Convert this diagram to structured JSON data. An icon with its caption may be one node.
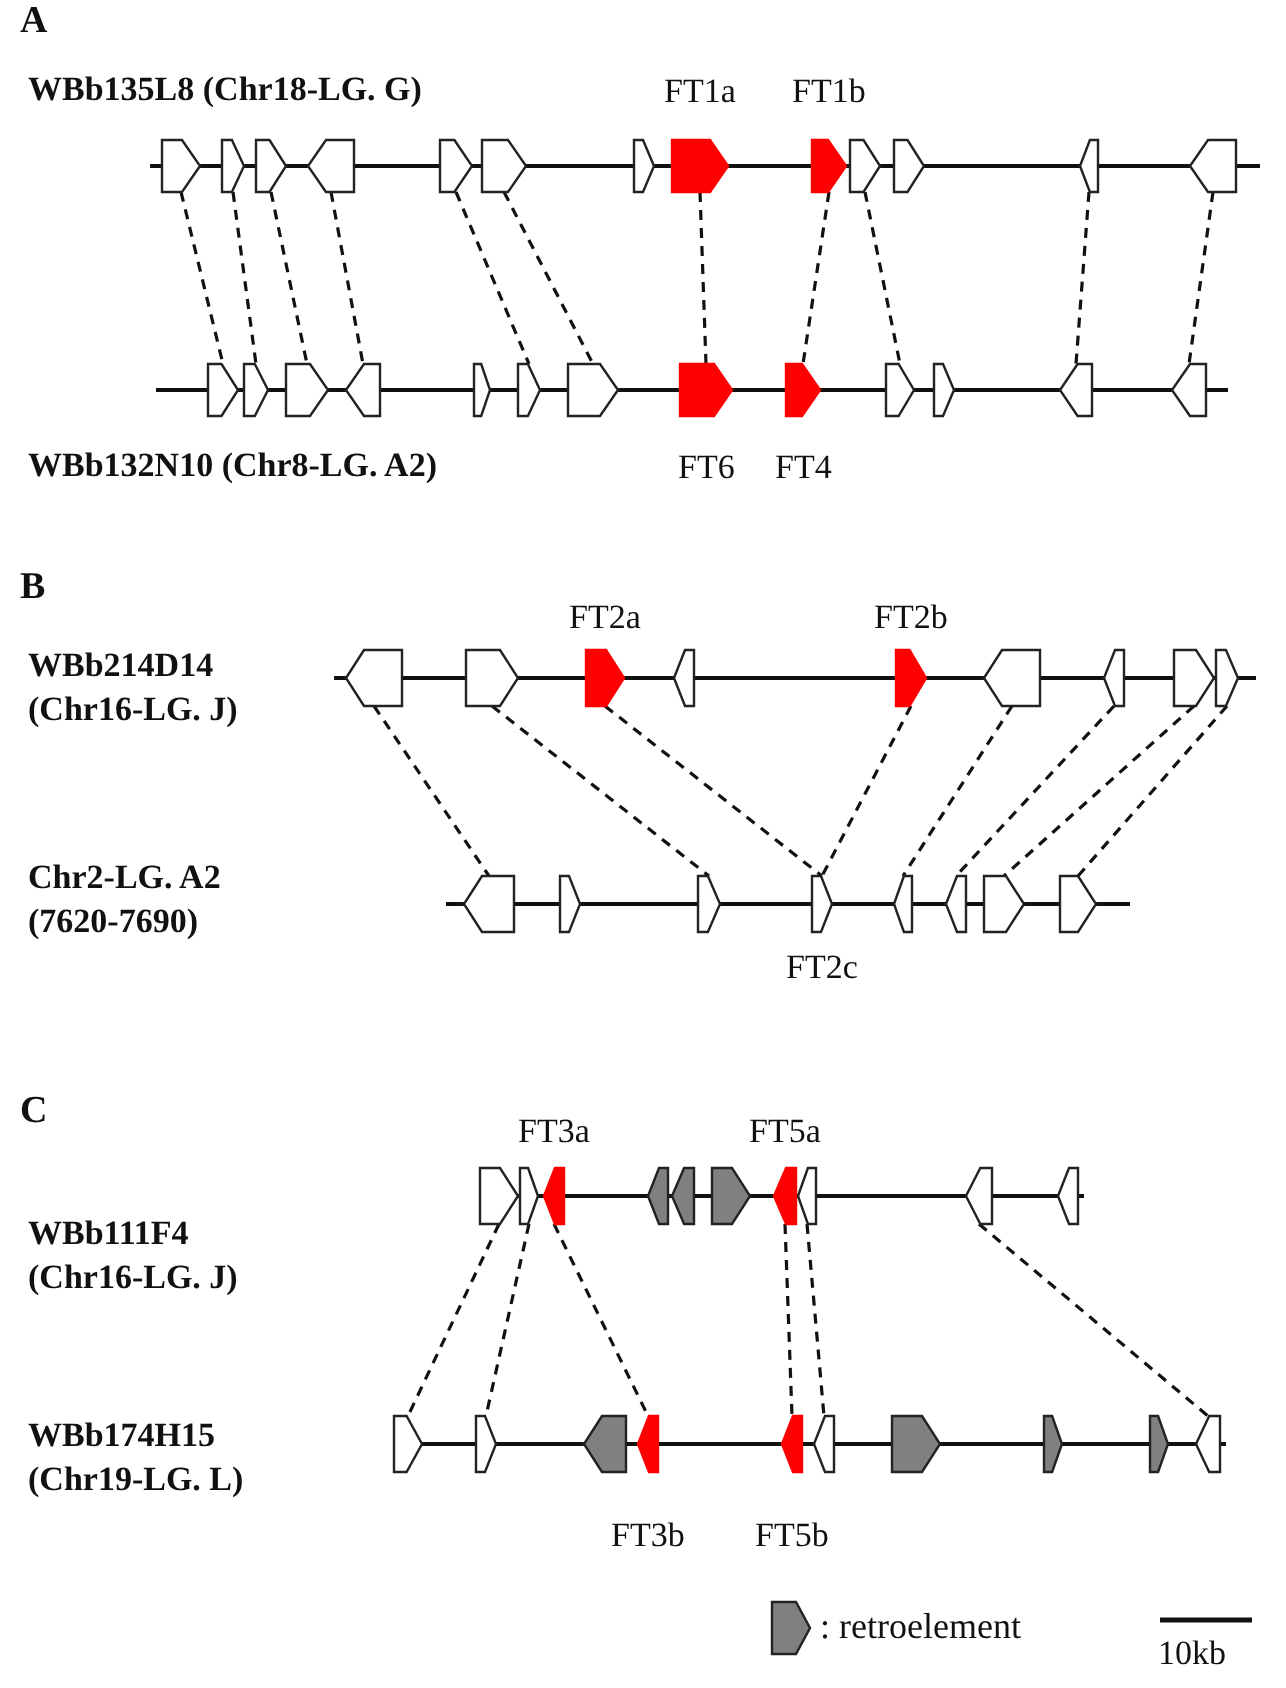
{
  "diagram": {
    "nodes": [
      {
        "text": [],
        "shape": "line"
      },
      {
        "text": [],
        "shape": "pentagon",
        "in": 0
      },
      {
        "text": [],
        "shape": "pentagon",
        "in": 0
      },
      {
        "text": [],
        "shape": "pentagon",
        "in": 0
      },
      {
        "text": [],
        "shape": "pentagon",
        "in": 0
      },
      {
        "text": [],
        "shape": "pentagon",
        "in": 0
      },
      {
        "text": [],
        "shape": "pentagon",
        "in": 0
      },
      {
        "text": [],
        "shape": "pentagon",
        "in": 0
      },
      {
        "text": [],
        "shape": "pentagon",
        "in": 0,
        "beside": [
          "FT1a"
        ]
      },
      {
        "text": [],
        "shape": "pentagon",
        "in": 0,
        "beside": [
          "FT1b"
        ]
      },
      {
        "text": [],
        "shape": "pentagon",
        "in": 0
      },
      {
        "text": [],
        "shape": "pentagon",
        "in": 0
      },
      {
        "text": [],
        "shape": "pentagon",
        "in": 0
      },
      {
        "text": [],
        "shape": "pentagon",
        "in": 0
      },
      {
        "text": [],
        "shape": "line"
      },
      {
        "text": [],
        "shape": "pentagon",
        "in": 14
      },
      {
        "text": [],
        "shape": "pentagon",
        "in": 14
      },
      {
        "text": [],
        "shape": "pentagon",
        "in": 14
      },
      {
        "text": [],
        "shape": "pentagon",
        "in": 14
      },
      {
        "text": [],
        "shape": "pentagon",
        "in": 14
      },
      {
        "text": [],
        "shape": "pentagon",
        "in": 14
      },
      {
        "text": [],
        "shape": "pentagon",
        "in": 14
      },
      {
        "text": [],
        "shape": "pentagon",
        "in": 14,
        "beside": [
          "FT6"
        ]
      },
      {
        "text": [],
        "shape": "pentagon",
        "in": 14,
        "beside": [
          "FT4"
        ]
      },
      {
        "text": [],
        "shape": "pentagon",
        "in": 14
      },
      {
        "text": [],
        "shape": "pentagon",
        "in": 14
      },
      {
        "text": [],
        "shape": "pentagon",
        "in": 14
      },
      {
        "text": [],
        "shape": "pentagon",
        "in": 14
      },
      {
        "text": [],
        "shape": "line"
      },
      {
        "text": [],
        "shape": "pentagon",
        "in": 28
      },
      {
        "text": [],
        "shape": "pentagon",
        "in": 28
      },
      {
        "text": [],
        "shape": "pentagon",
        "in": 28,
        "beside": [
          "FT2a"
        ]
      },
      {
        "text": [],
        "shape": "pentagon",
        "in": 28
      },
      {
        "text": [],
        "shape": "pentagon",
        "in": 28,
        "beside": [
          "FT2b"
        ]
      },
      {
        "text": [],
        "shape": "pentagon",
        "in": 28
      },
      {
        "text": [],
        "shape": "pentagon",
        "in": 28
      },
      {
        "text": [],
        "shape": "pentagon",
        "in": 28
      },
      {
        "text": [],
        "shape": "pentagon",
        "in": 28
      },
      {
        "text": [],
        "shape": "line"
      },
      {
        "text": [],
        "shape": "pentagon",
        "in": 38
      },
      {
        "text": [],
        "shape": "pentagon",
        "in": 38
      },
      {
        "text": [],
        "shape": "pentagon",
        "in": 38
      },
      {
        "text": [],
        "shape": "pentagon",
        "in": 38,
        "beside": [
          "FT2c"
        ]
      },
      {
        "text": [],
        "shape": "pentagon",
        "in": 38
      },
      {
        "text": [],
        "shape": "pentagon",
        "in": 38
      },
      {
        "text": [],
        "shape": "pentagon",
        "in": 38
      },
      {
        "text": [],
        "shape": "pentagon",
        "in": 38
      },
      {
        "text": [],
        "shape": "line"
      },
      {
        "text": [],
        "shape": "pentagon",
        "in": 47
      },
      {
        "text": [],
        "shape": "pentagon",
        "in": 47
      },
      {
        "text": [],
        "shape": "pentagon",
        "in": 47,
        "beside": [
          "FT3a"
        ]
      },
      {
        "text": [],
        "shape": "pentagon",
        "in": 47
      },
      {
        "text": [],
        "shape": "pentagon",
        "in": 47
      },
      {
        "text": [],
        "shape": "pentagon",
        "in": 47
      },
      {
        "text": [],
        "shape": "pentagon",
        "in": 47,
        "beside": [
          "FT5a"
        ]
      },
      {
        "text": [],
        "shape": "pentagon",
        "in": 47
      },
      {
        "text": [],
        "shape": "pentagon",
        "in": 47
      },
      {
        "text": [],
        "shape": "pentagon",
        "in": 47
      },
      {
        "text": [],
        "shape": "line"
      },
      {
        "text": [],
        "shape": "pentagon",
        "in": 58
      },
      {
        "text": [],
        "shape": "pentagon",
        "in": 58
      },
      {
        "text": [],
        "shape": "pentagon",
        "in": 58
      },
      {
        "text": [],
        "shape": "pentagon",
        "in": 58,
        "beside": [
          "FT3b"
        ]
      },
      {
        "text": [],
        "shape": "pentagon",
        "in": 58,
        "beside": [
          "FT5b"
        ]
      },
      {
        "text": [],
        "shape": "pentagon",
        "in": 58
      },
      {
        "text": [],
        "shape": "pentagon",
        "in": 58
      },
      {
        "text": [],
        "shape": "pentagon",
        "in": 58
      },
      {
        "text": [],
        "shape": "pentagon",
        "in": 58
      },
      {
        "text": [],
        "shape": "pentagon",
        "in": 58
      }
    ],
    "edges": [
      {
        "from": 1,
        "to": 15,
        "arrow": "none",
        "style": "dashed"
      },
      {
        "from": 2,
        "to": 16,
        "arrow": "none",
        "style": "dashed"
      },
      {
        "from": 3,
        "to": 17,
        "arrow": "none",
        "style": "dashed"
      },
      {
        "from": 4,
        "to": 18,
        "arrow": "none",
        "style": "dashed"
      },
      {
        "from": 5,
        "to": 20,
        "arrow": "none",
        "style": "dashed"
      },
      {
        "from": 6,
        "to": 21,
        "arrow": "none",
        "style": "dashed"
      },
      {
        "from": 8,
        "to": 22,
        "arrow": "none",
        "style": "dashed"
      },
      {
        "from": 9,
        "to": 23,
        "arrow": "none",
        "style": "dashed"
      },
      {
        "from": 10,
        "to": 24,
        "arrow": "none",
        "style": "dashed"
      },
      {
        "from": 12,
        "to": 26,
        "arrow": "none",
        "style": "dashed"
      },
      {
        "from": 13,
        "to": 27,
        "arrow": "none",
        "style": "dashed"
      },
      {
        "from": 29,
        "to": 39,
        "arrow": "none",
        "style": "dashed"
      },
      {
        "from": 30,
        "to": 41,
        "arrow": "none",
        "style": "dashed"
      },
      {
        "from": 31,
        "to": 42,
        "arrow": "none",
        "style": "dashed"
      },
      {
        "from": 33,
        "to": 42,
        "arrow": "none",
        "style": "dashed"
      },
      {
        "from": 34,
        "to": 43,
        "arrow": "none",
        "style": "dashed"
      },
      {
        "from": 35,
        "to": 44,
        "arrow": "none",
        "style": "dashed"
      },
      {
        "from": 36,
        "to": 45,
        "arrow": "none",
        "style": "dashed"
      },
      {
        "from": 37,
        "to": 46,
        "arrow": "none",
        "style": "dashed"
      },
      {
        "from": 48,
        "to": 59,
        "arrow": "none",
        "style": "dashed"
      },
      {
        "from": 49,
        "to": 60,
        "arrow": "none",
        "style": "dashed"
      },
      {
        "from": 50,
        "to": 62,
        "arrow": "none",
        "style": "dashed"
      },
      {
        "from": 54,
        "to": 63,
        "arrow": "none",
        "style": "dashed"
      },
      {
        "from": 55,
        "to": 64,
        "arrow": "none",
        "style": "dashed"
      },
      {
        "from": 56,
        "to": 68,
        "arrow": "none",
        "style": "dashed"
      }
    ],
    "labels": [
      "A",
      "WBb135L8 (Chr18-LG. G)",
      "WBb132N10 (Chr8-LG. A2)",
      "B",
      "WBb214D14 (Chr16-LG. J)",
      "Chr2-LG. A2 (7620-7690)",
      "C",
      "WBb111F4 (Chr16-LG. J)",
      "WBb174H15 (Chr19-LG. L)",
      "10kb"
    ],
    "legend": [
      {
        "text": ": retroelement"
      }
    ]
  }
}
